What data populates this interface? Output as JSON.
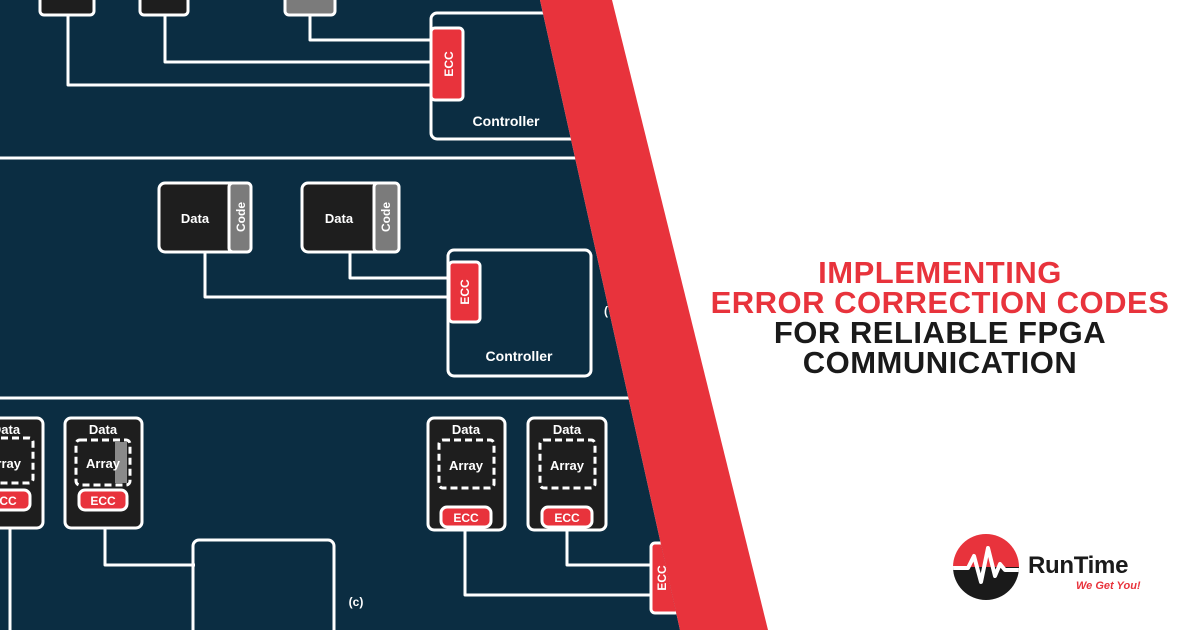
{
  "diagram": {
    "colors": {
      "background": "#0b2d42",
      "red": "#e8333c",
      "block": "#1e1e1e",
      "gray": "#8a8a8a",
      "wire": "#ffffff"
    },
    "top_controller": {
      "label": "Controller",
      "ecc": "ECC"
    },
    "middle_controller": {
      "label": "Controller",
      "ecc": "ECC"
    },
    "middle_blocks": [
      {
        "data": "Data",
        "code": "Code"
      },
      {
        "data": "Data",
        "code": "Code"
      }
    ],
    "partial_label_b": "(",
    "bottom_label": "(c)",
    "bottom_blocks": [
      {
        "data": "Data",
        "array": "Array",
        "ecc": "ECC"
      },
      {
        "data": "Data",
        "array": "Array",
        "ecc": "ECC"
      },
      {
        "data": "Data",
        "array": "Array",
        "ecc": "ECC"
      },
      {
        "data": "Data",
        "array": "Array",
        "ecc": "ECC"
      }
    ],
    "bottom_ecc": "ECC"
  },
  "headline": {
    "line1": "IMPLEMENTING",
    "line2": "ERROR CORRECTION CODES",
    "line3": "FOR RELIABLE FPGA",
    "line4": "COMMUNICATION"
  },
  "logo": {
    "icon": "heartbeat-circle-icon",
    "name": "RunTime",
    "tagline": "We Get You!"
  }
}
